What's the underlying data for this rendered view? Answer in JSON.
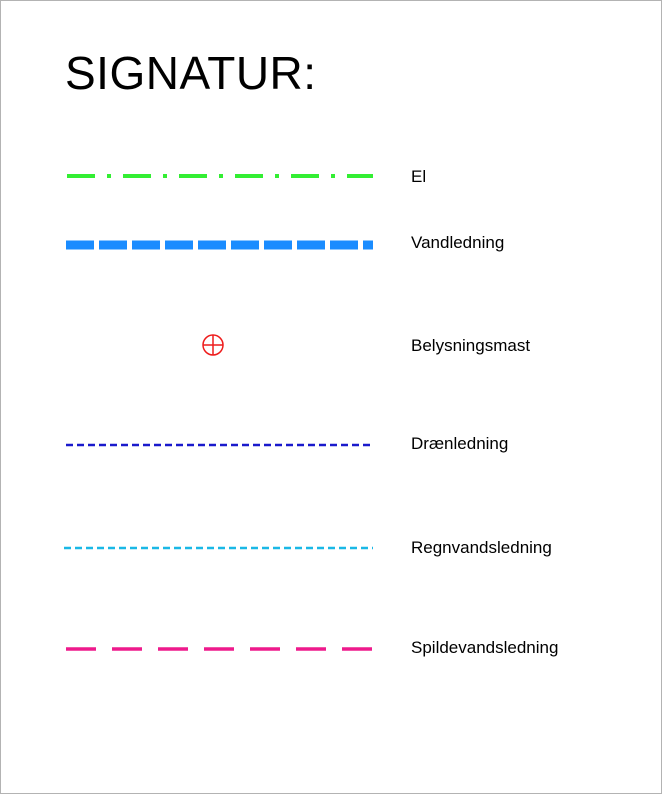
{
  "title": "SIGNATUR:",
  "legend": [
    {
      "label": "El",
      "color": "#33ee33",
      "style": "dash-dot",
      "symbol": "line"
    },
    {
      "label": "Vandledning",
      "color": "#1a8cff",
      "style": "thick-dash",
      "symbol": "line"
    },
    {
      "label": "Belysningsmast",
      "color": "#ee1c1c",
      "style": "circle-cross",
      "symbol": "crosshair-circle-icon"
    },
    {
      "label": "Drænledning",
      "color": "#1a1acc",
      "style": "short-dash",
      "symbol": "line"
    },
    {
      "label": "Regnvandsledning",
      "color": "#1ab8e6",
      "style": "short-dash",
      "symbol": "line"
    },
    {
      "label": "Spildevandsledning",
      "color": "#ee1a8c",
      "style": "long-dash",
      "symbol": "line"
    }
  ]
}
